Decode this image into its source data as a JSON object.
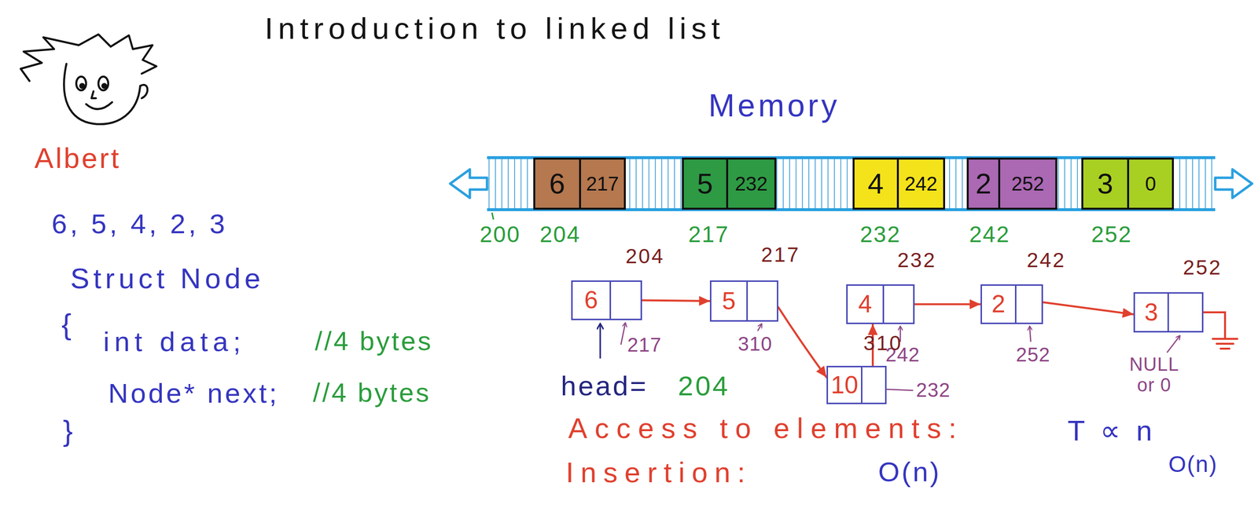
{
  "diagram": {
    "title": "Introduction to linked list",
    "nodes": [
      {
        "text": [
          "6",
          "217"
        ]
      },
      {
        "text": [
          "5",
          "232"
        ]
      },
      {
        "text": [
          "4",
          "242"
        ]
      },
      {
        "text": [
          "2",
          "252"
        ]
      },
      {
        "text": [
          "3",
          "0"
        ]
      },
      {
        "text": [
          "204",
          "6"
        ]
      },
      {
        "text": [
          "217",
          "5"
        ]
      },
      {
        "text": [
          "232",
          "4"
        ]
      },
      {
        "text": [
          "242",
          "2"
        ]
      },
      {
        "text": [
          "252",
          "3"
        ]
      },
      {
        "text": [
          "310",
          "10"
        ]
      }
    ],
    "edges": [
      {
        "from": 5,
        "to": 6,
        "arrow": "to"
      },
      {
        "from": 6,
        "to": 10,
        "arrow": "to"
      },
      {
        "from": 10,
        "to": 7,
        "arrow": "to"
      },
      {
        "from": 7,
        "to": 8,
        "arrow": "to"
      },
      {
        "from": 8,
        "to": 9,
        "arrow": "to"
      }
    ],
    "labels": [
      "Albert",
      "6, 5, 4, 2, 3",
      "Struct Node",
      "{",
      "int data;",
      "//4 bytes",
      "Node* next;",
      "//4 bytes",
      "}",
      "Memory",
      "200",
      "204",
      "217",
      "232",
      "242",
      "252",
      "217",
      "310",
      "242",
      "252",
      "NULL or 0",
      "232",
      "head=",
      "204",
      "Access to elements:",
      "T ∝ n",
      "O(n)",
      "Insertion:",
      "O(n)"
    ]
  }
}
